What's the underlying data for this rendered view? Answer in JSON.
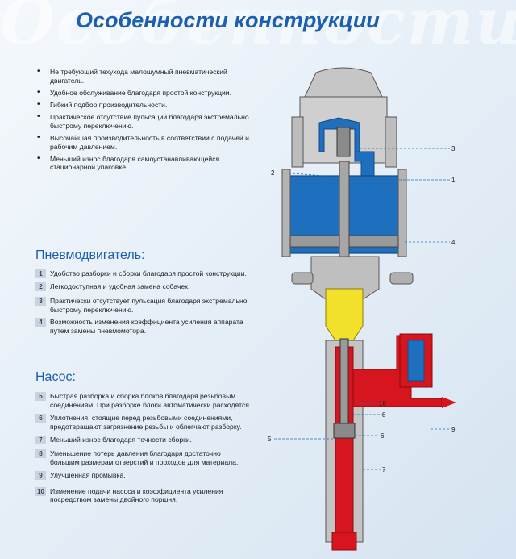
{
  "watermark": "Особенности",
  "title": "Особенности конструкции",
  "features": [
    "Не требующий техухода малошумный пневматический двигатель.",
    "Удобное обслуживание благодаря простой конструкции.",
    "Гибкий подбор производительности.",
    "Практическое отсутствие пульсаций благодаря экстремально быстрому переключению.",
    "Высочайшая производительность в соответствии с подачей и рабочим давлением.",
    "Меньший износ благодаря самоустанавливающейся стационарной упаковке."
  ],
  "motor": {
    "heading": "Пневмодвигатель:",
    "items": [
      {
        "num": "1",
        "text": "Удобство разборки и сборки благодаря простой конструкции."
      },
      {
        "num": "2",
        "text": "Легкодоступная и удобная замена собачек."
      },
      {
        "num": "3",
        "text": "Практически отсутствует пульсация благодаря экстремально быстрому переключению."
      },
      {
        "num": "4",
        "text": "Возможность изменения коэффициента усиления аппарата путем замены пневмомотора."
      }
    ]
  },
  "pump": {
    "heading": "Насос:",
    "items": [
      {
        "num": "5",
        "text": "Быстрая разборка и сборка блоков благодаря резьбовым соединениям. При разборке блоки автоматически расходятся."
      },
      {
        "num": "6",
        "text": "Уплотнения, стоящие перед резьбовыми соединениями, предотвращают загрязнение резьбы и облегчают разборку."
      },
      {
        "num": "7",
        "text": "Меньший износ благодаря точности сборки."
      },
      {
        "num": "8",
        "text": "Уменьшение потерь давления благодаря достаточно большим размерам отверстий и проходов для материала."
      },
      {
        "num": "9",
        "text": "Улучшенная промывка."
      },
      {
        "num": "10",
        "text": "Изменение подачи насоса и коэффициента усиления посредством замены двойного поршня."
      }
    ]
  },
  "callouts": [
    "1",
    "2",
    "3",
    "4",
    "5",
    "6",
    "7",
    "8",
    "9",
    "10"
  ],
  "colors": {
    "blue": "#1f6fbf",
    "red": "#d7151f",
    "yellow": "#f2e12b",
    "title": "#1b5fae",
    "housing": "#c8c8c8"
  }
}
